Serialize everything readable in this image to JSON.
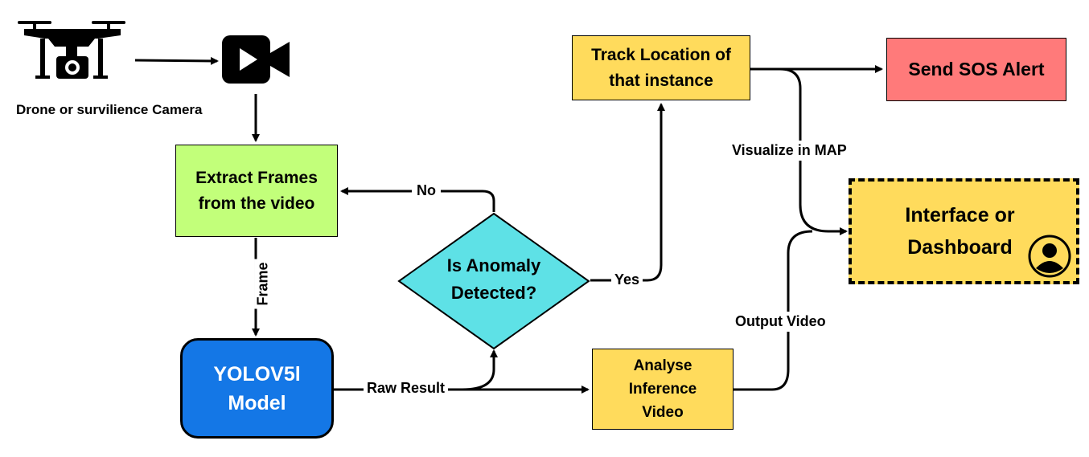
{
  "diagram": {
    "drone_label": "Drone or  survilience Camera",
    "extract_frames": "Extract Frames from the video",
    "model": "YOLOV5l Model",
    "decision": "Is Anomaly Detected?",
    "track_location": "Track Location of that instance",
    "send_sos": "Send SOS Alert",
    "dashboard": "Interface or Dashboard",
    "analyse": "Analyse Inference Video",
    "edge_labels": {
      "frame": "Frame",
      "no": "No",
      "yes": "Yes",
      "raw_result": "Raw Result",
      "visualize": "Visualize in MAP",
      "output_video": "Output Video"
    }
  },
  "colors": {
    "extract_frames": "#c2ff7a",
    "model": "#1477e6",
    "decision": "#5ee1e6",
    "track_location": "#ffdb5c",
    "send_sos": "#ff7a7a",
    "dashboard": "#ffdb5c",
    "analyse": "#ffdb5c"
  },
  "icons": [
    "drone-icon",
    "video-camera-icon",
    "user-avatar-icon"
  ]
}
